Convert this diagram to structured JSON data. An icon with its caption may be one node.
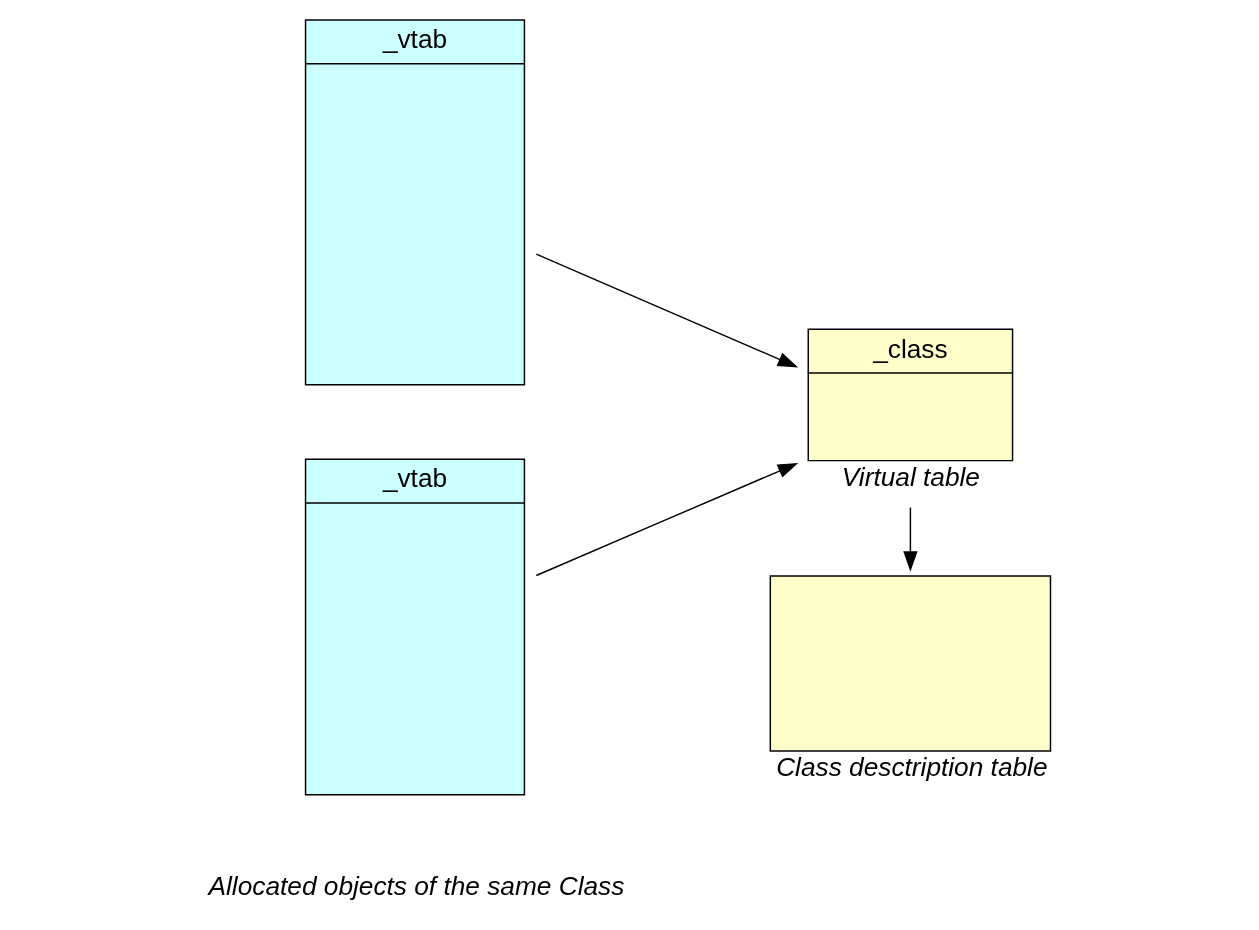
{
  "diagram": {
    "nodes": [
      {
        "text": [
          "_vtab"
        ]
      },
      {
        "text": [
          "_vtab"
        ]
      },
      {
        "text": [
          "_class"
        ],
        "beside": [
          "Virtual table"
        ]
      },
      {
        "text": [],
        "shape": "box",
        "beside": [
          "Class desctription table"
        ]
      }
    ],
    "edges": [
      {
        "from": 0,
        "to": 2,
        "arrow": "to"
      },
      {
        "from": 1,
        "to": 2,
        "arrow": "to"
      },
      {
        "from": 2,
        "to": 3,
        "arrow": "to"
      }
    ],
    "labels": [
      "Allocated objects of the same Class"
    ]
  }
}
